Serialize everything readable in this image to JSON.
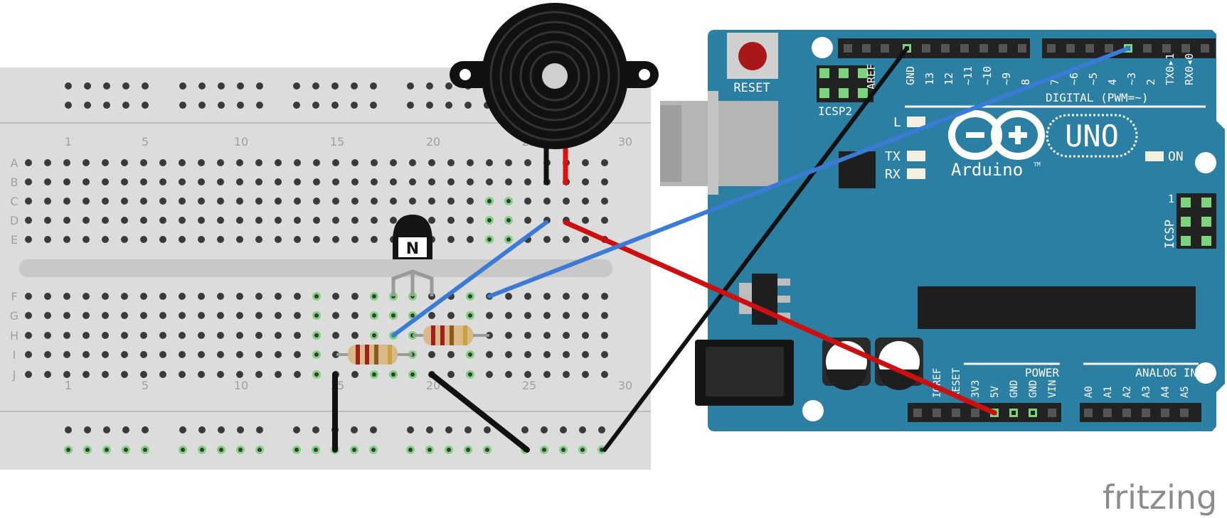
{
  "breadboard": {
    "column_numbers": [
      "1",
      "5",
      "10",
      "15",
      "20",
      "25",
      "30"
    ],
    "row_letters_top": [
      "A",
      "B",
      "C",
      "D",
      "E"
    ],
    "row_letters_bottom": [
      "F",
      "G",
      "H",
      "I",
      "J"
    ],
    "colors": {
      "body": "#dcdcdc",
      "hole": "#3a3a3a",
      "active_hole": "#7ed37e",
      "label": "#a0a0a0"
    }
  },
  "components": {
    "buzzer": {
      "type": "piezo-buzzer",
      "wire_colors": [
        "#111111",
        "#e01010"
      ]
    },
    "transistor": {
      "type": "npn-transistor",
      "label": "N"
    },
    "resistors": [
      {
        "name": "resistor-1"
      },
      {
        "name": "resistor-2"
      }
    ]
  },
  "arduino": {
    "board_name": "Arduino",
    "trademark": "TM",
    "model": "UNO",
    "reset_label": "RESET",
    "icsp2_label": "ICSP2",
    "icsp_label": "ICSP",
    "icsp_pin1": "1",
    "aref_label": "AREF",
    "digital_label": "DIGITAL (PWM=~)",
    "digital_pins": [
      "GND",
      "13",
      "12",
      "~11",
      "~10",
      "~9",
      "8",
      "7",
      "~6",
      "~5",
      "4",
      "~3",
      "2",
      "TX0▸1",
      "RX0◂0"
    ],
    "led_labels": [
      "L",
      "TX",
      "RX"
    ],
    "on_label": "ON",
    "power_label": "POWER",
    "power_pins": [
      "IOREF",
      "RESET",
      "3V3",
      "5V",
      "GND",
      "GND",
      "VIN"
    ],
    "analog_label": "ANALOG IN",
    "analog_pins": [
      "A0",
      "A1",
      "A2",
      "A3",
      "A4",
      "A5"
    ],
    "colors": {
      "board": "#2b7fa3",
      "header": "#222222",
      "silk": "#ffffff"
    }
  },
  "wires": [
    {
      "name": "wire-blue-transistor-buzzer",
      "color": "#3a7bd5"
    },
    {
      "name": "wire-blue-pin3",
      "color": "#3a7bd5"
    },
    {
      "name": "wire-red-5v",
      "color": "#cc1010"
    },
    {
      "name": "wire-black-gnd",
      "color": "#111111"
    },
    {
      "name": "wire-black-emitter",
      "color": "#111111"
    },
    {
      "name": "wire-black-resistor",
      "color": "#111111"
    }
  ],
  "watermark": "fritzing"
}
